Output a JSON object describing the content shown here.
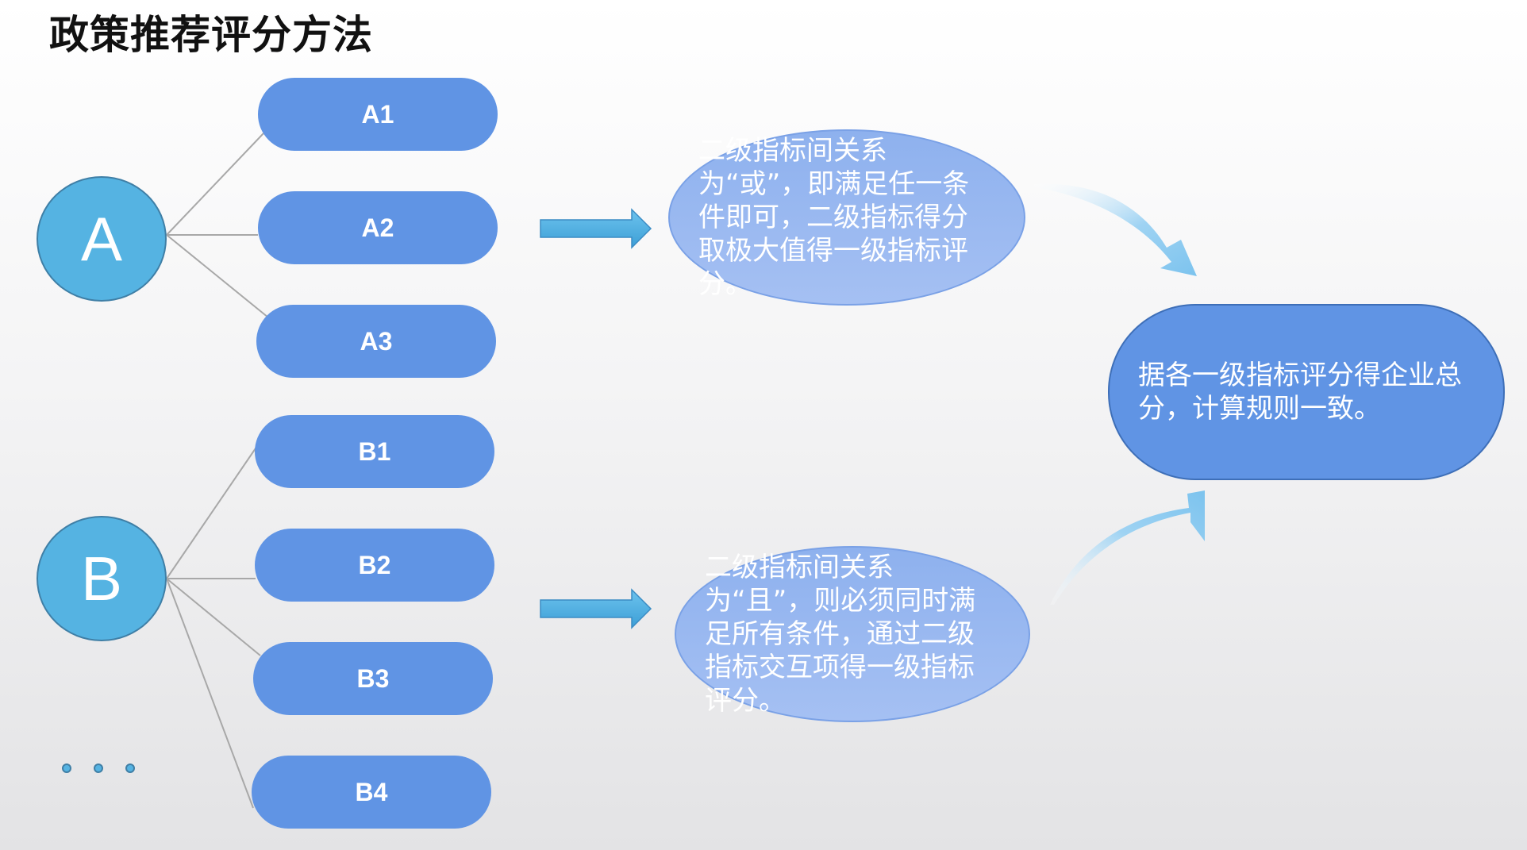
{
  "title": "政策推荐评分方法",
  "groups": [
    {
      "label": "A",
      "children": [
        "A1",
        "A2",
        "A3"
      ]
    },
    {
      "label": "B",
      "children": [
        "B1",
        "B2",
        "B3",
        "B4"
      ]
    }
  ],
  "rules": [
    {
      "text": "二级指标间关系为“或”，即满足任一条件即可，二级指标得分取极大值得一级指标评分。"
    },
    {
      "text": "二级指标间关系为“且”，则必须同时满足所有条件，通过二级指标交互项得一级指标评分。"
    }
  ],
  "result": {
    "text": "据各一级指标评分得企业总分，计算规则一致。"
  },
  "colors": {
    "circle": "#55b3e2",
    "pill": "#6094e4",
    "bubble_light": "#9cb9f0",
    "arrow": "#55b3e2",
    "connector": "#a8a8a8"
  }
}
